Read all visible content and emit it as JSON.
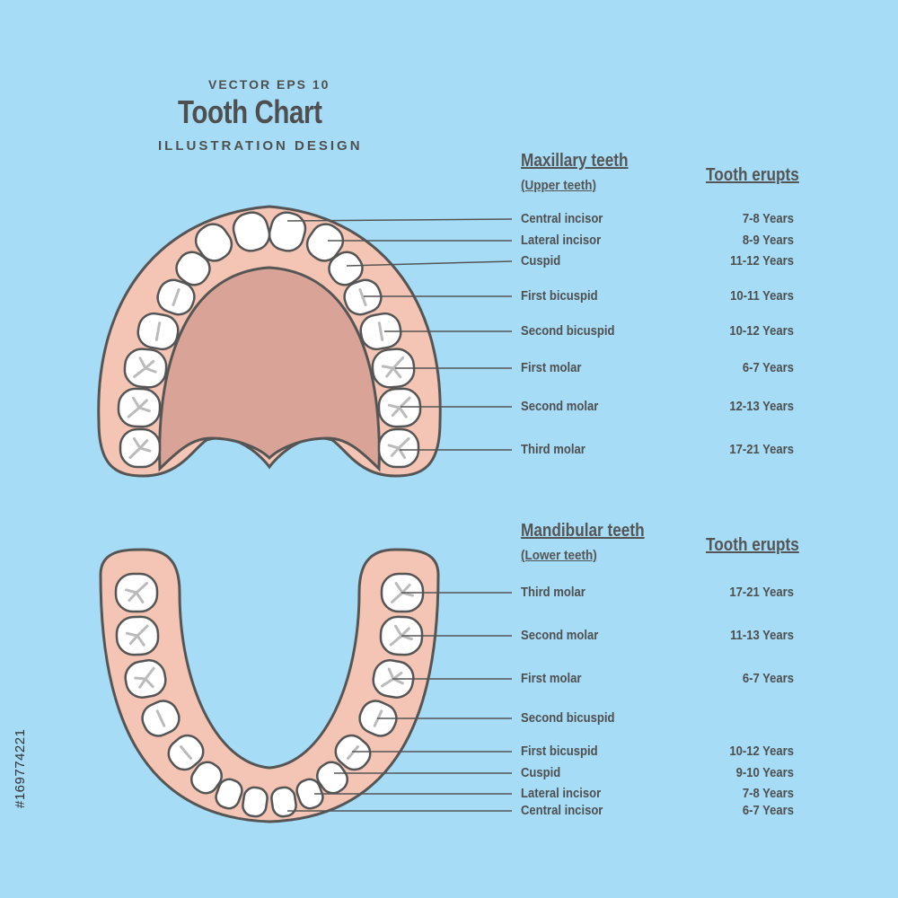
{
  "header": {
    "vector": "VECTOR EPS 10",
    "title": "Tooth Chart",
    "subtitle": "ILLUSTRATION DESIGN"
  },
  "upper": {
    "heading": "Maxillary teeth",
    "subheading": "(Upper teeth)",
    "erupts_heading": "Tooth erupts",
    "rows": [
      {
        "name": "Central incisor",
        "years": "7-8 Years"
      },
      {
        "name": "Lateral incisor",
        "years": "8-9 Years"
      },
      {
        "name": "Cuspid",
        "years": "11-12 Years"
      },
      {
        "name": "First bicuspid",
        "years": "10-11 Years"
      },
      {
        "name": "Second bicuspid",
        "years": "10-12 Years"
      },
      {
        "name": "First molar",
        "years": "6-7 Years"
      },
      {
        "name": "Second molar",
        "years": "12-13 Years"
      },
      {
        "name": "Third molar",
        "years": "17-21 Years"
      }
    ]
  },
  "lower": {
    "heading": "Mandibular teeth",
    "subheading": "(Lower teeth)",
    "erupts_heading": "Tooth erupts",
    "rows": [
      {
        "name": "Third molar",
        "years": "17-21 Years"
      },
      {
        "name": "Second molar",
        "years": "11-13 Years"
      },
      {
        "name": "First molar",
        "years": "6-7 Years"
      },
      {
        "name": "Second bicuspid",
        "years": ""
      },
      {
        "name": "First bicuspid",
        "years": "10-12 Years"
      },
      {
        "name": "Cuspid",
        "years": "9-10 Years"
      },
      {
        "name": "Lateral incisor",
        "years": "7-8 Years"
      },
      {
        "name": "Central incisor",
        "years": "6-7 Years"
      }
    ]
  },
  "stock_id": "#169774221",
  "colors": {
    "background": "#a6dcf6",
    "gum": "#f4c5b4",
    "palate": "#d9a497",
    "tooth": "#ffffff",
    "outline": "#555555"
  }
}
